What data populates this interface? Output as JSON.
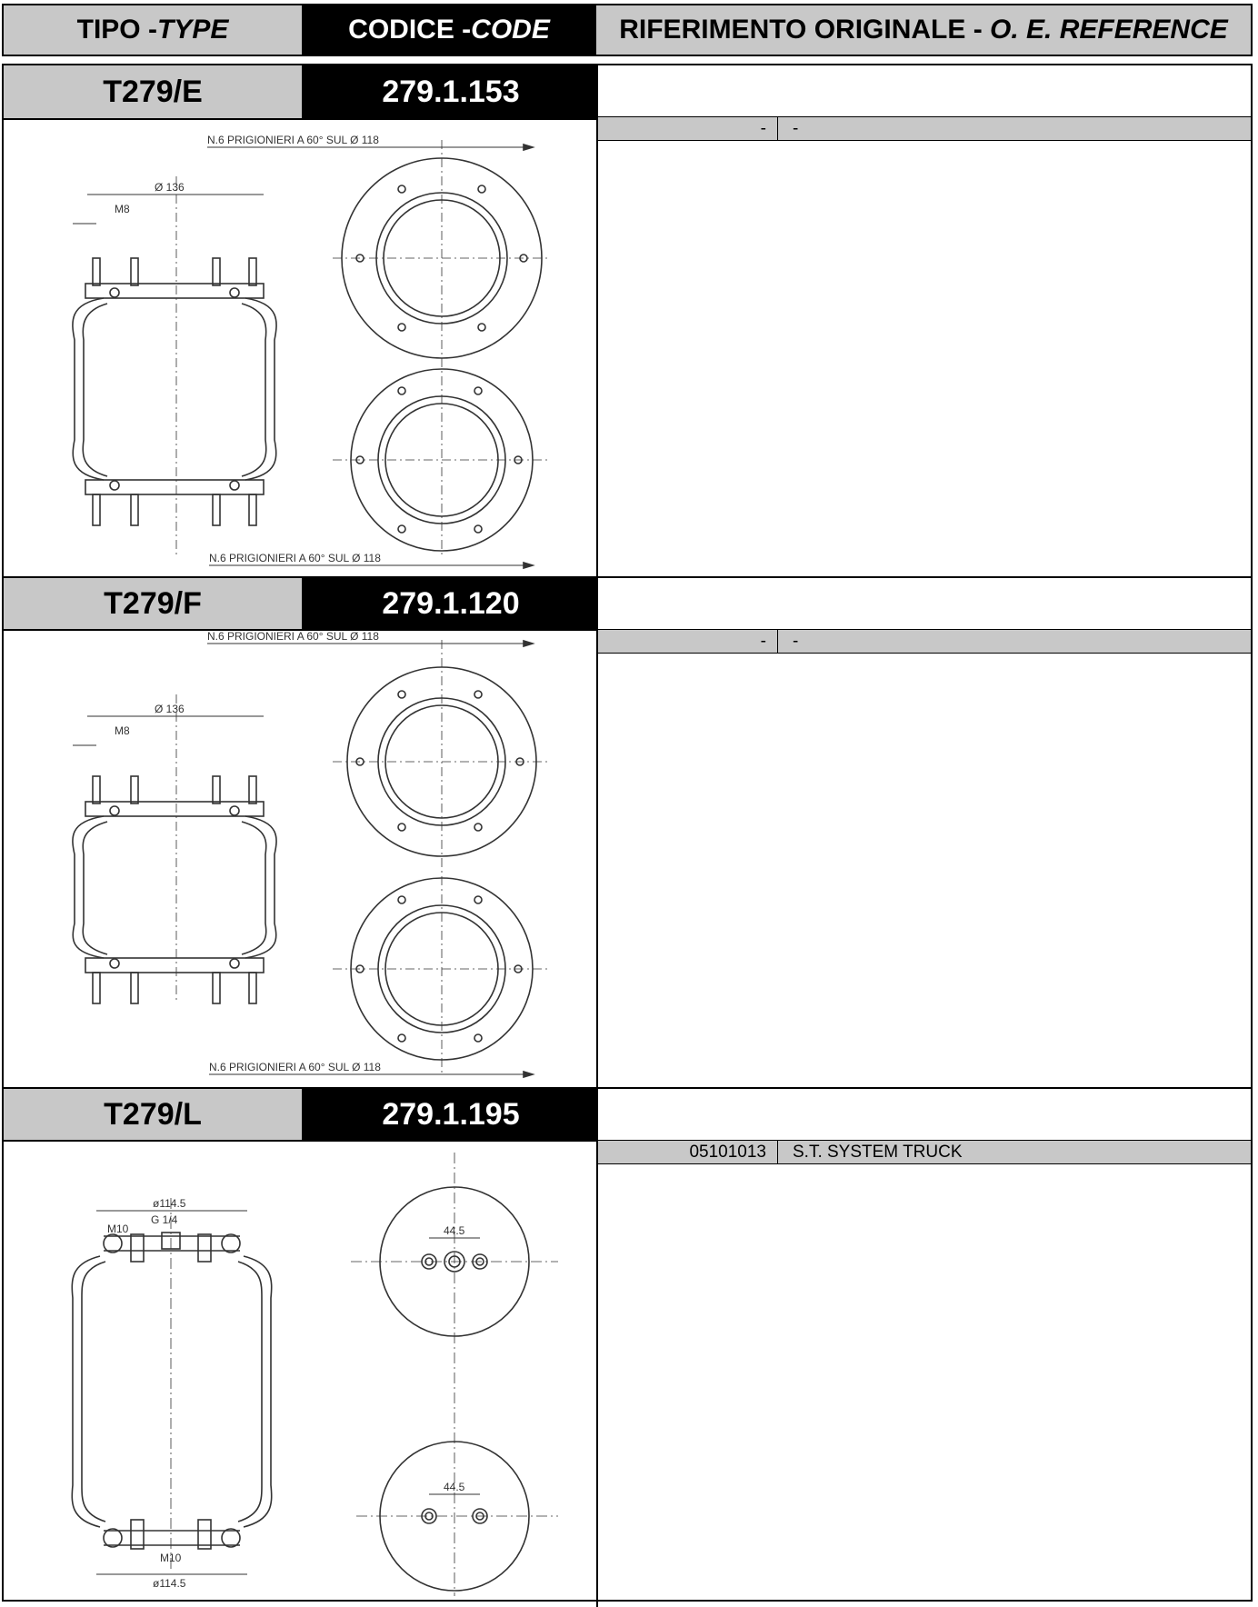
{
  "header": {
    "tipo": "TIPO - ",
    "type": "TYPE",
    "codice": "CODICE - ",
    "code": "CODE",
    "rif": "RIFERIMENTO ORIGINALE - ",
    "oe": "O. E. REFERENCE"
  },
  "products": [
    {
      "type": "T279/E",
      "code": "279.1.153",
      "ref_code": "-",
      "ref_name": "-",
      "drawing": {
        "note_top": "N.6 PRIGIONIERI A 60° SUL Ø 118",
        "note_bottom": "N.6 PRIGIONIERI A 60° SUL Ø 118",
        "diameter": "Ø 136",
        "thread": "M8"
      }
    },
    {
      "type": "T279/F",
      "code": "279.1.120",
      "ref_code": "-",
      "ref_name": "-",
      "drawing": {
        "note_top": "N.6 PRIGIONIERI A 60° SUL Ø 118",
        "note_bottom": "N.6 PRIGIONIERI A 60° SUL Ø 118",
        "diameter": "Ø 136",
        "thread": "M8"
      }
    },
    {
      "type": "T279/L",
      "code": "279.1.195",
      "ref_code": "05101013",
      "ref_name": "S.T. SYSTEM TRUCK",
      "drawing": {
        "diameter_top": "ø114.5",
        "diameter_bottom": "ø114.5",
        "thread_top": "M10",
        "thread_bottom": "M10",
        "port": "G 1/4",
        "spacing_top": "44.5",
        "spacing_bottom": "44.5"
      }
    }
  ]
}
